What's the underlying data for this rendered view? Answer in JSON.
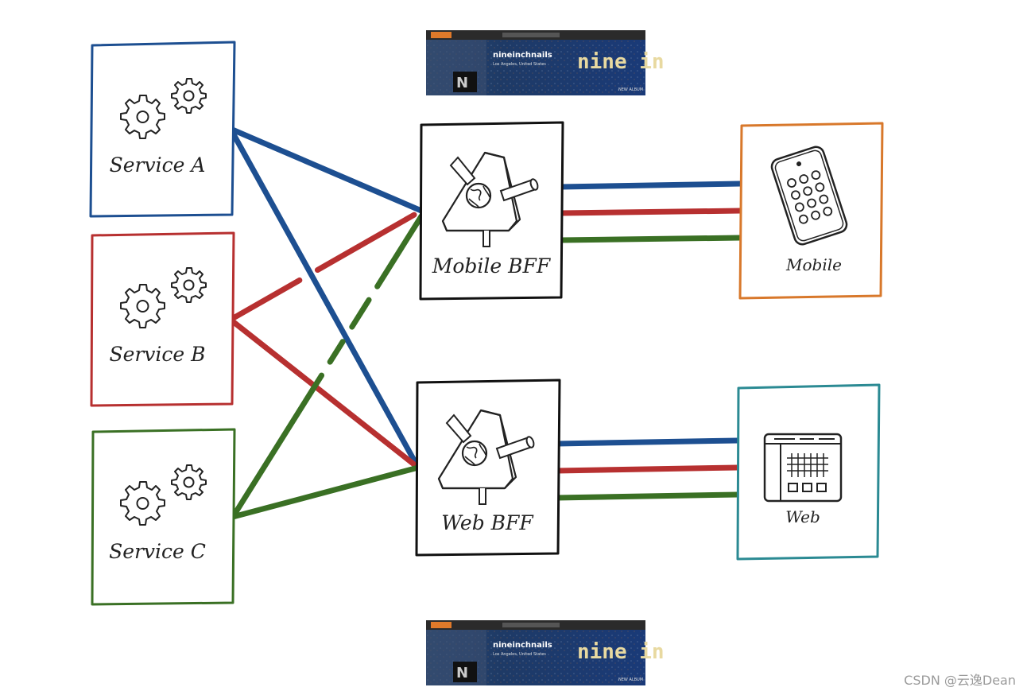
{
  "diagram": {
    "services": [
      {
        "id": "service-a",
        "label": "Service A",
        "color": "#1d4f91"
      },
      {
        "id": "service-b",
        "label": "Service B",
        "color": "#b73030"
      },
      {
        "id": "service-c",
        "label": "Service C",
        "color": "#3a7024"
      }
    ],
    "bffs": [
      {
        "id": "mobile-bff",
        "label": "Mobile BFF"
      },
      {
        "id": "web-bff",
        "label": "Web BFF"
      }
    ],
    "clients": [
      {
        "id": "mobile-client",
        "label": "Mobile",
        "color": "#d8782b"
      },
      {
        "id": "web-client",
        "label": "Web",
        "color": "#2b8a93"
      }
    ],
    "banners": [
      {
        "id": "banner-top",
        "name_text": "nineinchnails",
        "sub_text": "Los Angeles, United States",
        "brand_text": "nine in",
        "corner_text": "NEW ALBUM"
      },
      {
        "id": "banner-bottom",
        "name_text": "nineinchnails",
        "sub_text": "Los Angeles, United States",
        "brand_text": "nine in",
        "corner_text": "NEW ALBUM"
      }
    ],
    "edges": [
      {
        "from": "service-a",
        "to": "mobile-bff",
        "color": "#1d4f91"
      },
      {
        "from": "service-a",
        "to": "web-bff",
        "color": "#1d4f91"
      },
      {
        "from": "service-b",
        "to": "mobile-bff",
        "color": "#b73030"
      },
      {
        "from": "service-b",
        "to": "web-bff",
        "color": "#b73030"
      },
      {
        "from": "service-c",
        "to": "mobile-bff",
        "color": "#3a7024"
      },
      {
        "from": "service-c",
        "to": "web-bff",
        "color": "#3a7024"
      },
      {
        "from": "mobile-bff",
        "to": "mobile-client",
        "color": "#1d4f91"
      },
      {
        "from": "mobile-bff",
        "to": "mobile-client",
        "color": "#b73030"
      },
      {
        "from": "mobile-bff",
        "to": "mobile-client",
        "color": "#3a7024"
      },
      {
        "from": "web-bff",
        "to": "web-client",
        "color": "#1d4f91"
      },
      {
        "from": "web-bff",
        "to": "web-client",
        "color": "#b73030"
      },
      {
        "from": "web-bff",
        "to": "web-client",
        "color": "#3a7024"
      }
    ]
  },
  "watermark": "CSDN @云逸Dean"
}
